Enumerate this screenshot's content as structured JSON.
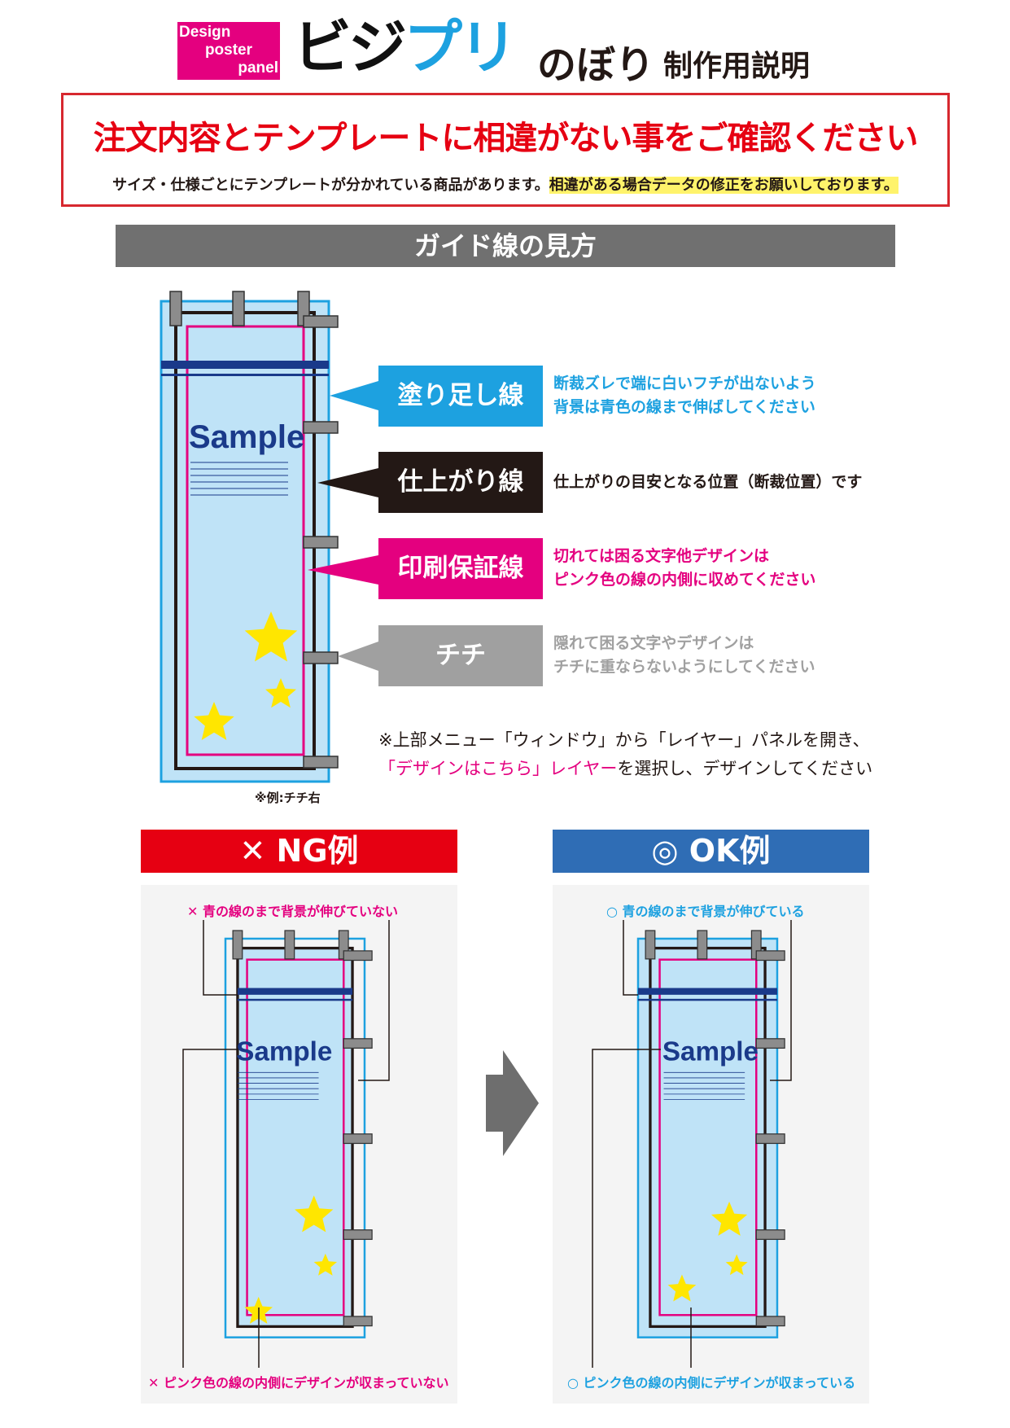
{
  "header": {
    "logo_lines": [
      "Design",
      "poster",
      "panel"
    ],
    "logo_text_a": "ビジ",
    "logo_text_b": "プリ",
    "title": "のぼり",
    "subtitle": "制作用説明"
  },
  "notice": {
    "title": "注文内容とテンプレートに相違がない事をご確認ください",
    "text": "サイズ・仕様ごとにテンプレートが分かれている商品があります。",
    "highlight": "相違がある場合データの修正をお願いしております。"
  },
  "guide": {
    "heading": "ガイド線の見方",
    "sample": "Sample",
    "example_note": "※例:チチ右",
    "items": [
      {
        "label": "塗り足し線",
        "desc": [
          "断裁ズレで端に白いフチが出ないよう",
          "背景は青色の線まで伸ばしてください"
        ],
        "color": "#1da1e0"
      },
      {
        "label": "仕上がり線",
        "desc": [
          "仕上がりの目安となる位置（断裁位置）です"
        ],
        "color": "#231815"
      },
      {
        "label": "印刷保証線",
        "desc": [
          "切れては困る文字他デザインは",
          "ピンク色の線の内側に収めてください"
        ],
        "color": "#e4007f"
      },
      {
        "label": "チチ",
        "desc": [
          "隠れて困る文字やデザインは",
          "チチに重ならないようにしてください"
        ],
        "color": "#a0a0a0"
      }
    ],
    "note_line1": "※上部メニュー「ウィンドウ」から「レイヤー」パネルを開き、",
    "note_line2_pink": "「デザインはこちら」レイヤー",
    "note_line2_rest": "を選択し、デザインしてください"
  },
  "ng": {
    "heading": "✕ NG例",
    "top_label": "✕ 青の線のまで背景が伸びていない",
    "bottom_label": "✕ ピンク色の線の内側にデザインが収まっていない",
    "color": "#e60012"
  },
  "ok": {
    "heading": "◎ OK例",
    "top_label": "○ 青の線のまで背景が伸びている",
    "bottom_label": "○ ピンク色の線の内側にデザインが収まっている",
    "color": "#2f6db5"
  }
}
